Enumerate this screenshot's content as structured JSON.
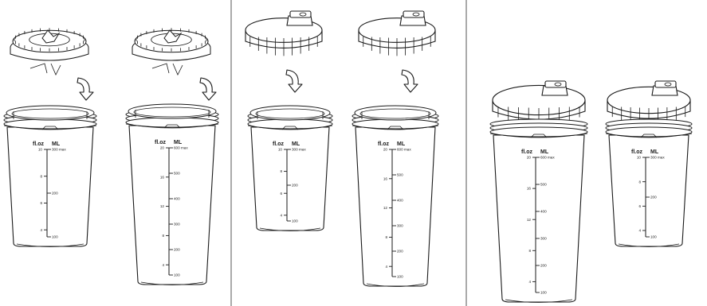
{
  "colors": {
    "line": "#1a1a1a",
    "background": "#ffffff",
    "divider": "#555555"
  },
  "panels": [
    {
      "id": "attach-blade",
      "step": 1
    },
    {
      "id": "attach-lid",
      "step": 2
    },
    {
      "id": "stored",
      "step": 3
    }
  ],
  "scales": {
    "small": {
      "left_header": "fl.oz",
      "right_header": "ML",
      "left_ticks": [
        "10",
        "8",
        "6",
        "4"
      ],
      "right_ticks": [
        "300 max",
        "200",
        "100"
      ]
    },
    "large": {
      "left_header": "fl.oz",
      "right_header": "ML",
      "left_ticks": [
        "20",
        "16",
        "12",
        "8",
        "4"
      ],
      "right_ticks": [
        "600 max",
        "500",
        "400",
        "300",
        "200",
        "100"
      ]
    }
  },
  "icons": {
    "blade": "blade-assembly-icon",
    "lid": "flip-lid-icon",
    "rotate": "rotate-arrow-icon"
  }
}
